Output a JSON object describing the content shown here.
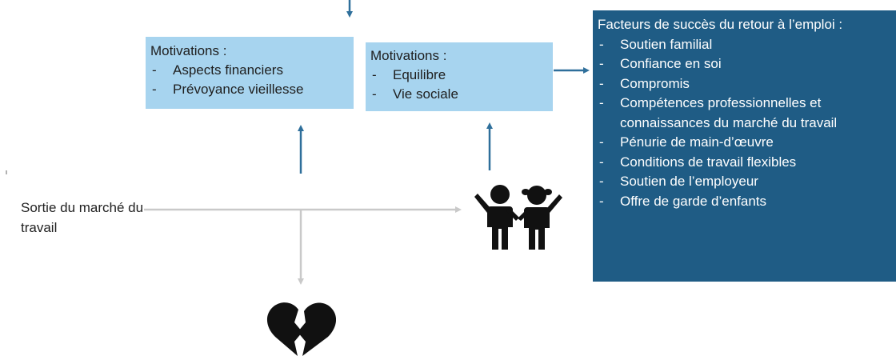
{
  "box_left": {
    "title": "Motivations :",
    "items": [
      "Aspects financiers",
      "Prévoyance vieillesse"
    ]
  },
  "box_middle": {
    "title": "Motivations :",
    "items": [
      "Equilibre",
      "Vie sociale"
    ]
  },
  "box_right": {
    "title": "Facteurs de succès du retour à l’emploi :",
    "items": [
      "Soutien familial",
      "Confiance en soi",
      "Compromis",
      "Compétences professionnelles et connaissances du marché du travail",
      "Pénurie de main-d’œuvre",
      "Conditions de travail flexibles",
      "Soutien de l’employeur",
      "Offre de garde d’enfants"
    ]
  },
  "sortie_label": "Sortie du marché du travail",
  "icons": {
    "children": "children-icon",
    "broken_heart": "broken-heart-icon"
  },
  "colors": {
    "light_box": "#a7d4ef",
    "dark_box": "#1f5c85",
    "arrow_blue": "#2f6f9b",
    "arrow_grey": "#c9c9c9"
  }
}
